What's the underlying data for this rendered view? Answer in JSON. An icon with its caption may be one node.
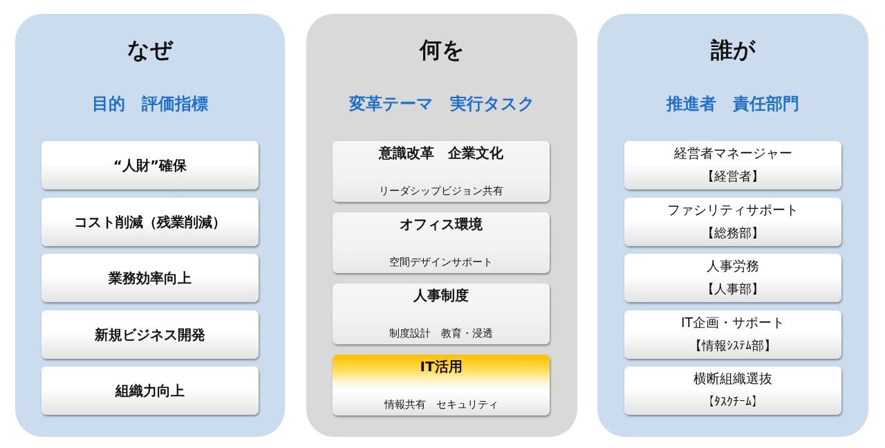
{
  "diagram": {
    "nodes": [
      {
        "text": [
          "なぜ",
          "目的　評価指標"
        ]
      },
      {
        "text": [
          "“人財”確保"
        ],
        "in": 0
      },
      {
        "text": [
          "コスト削減（残業削減）"
        ],
        "in": 0
      },
      {
        "text": [
          "業務効率向上"
        ],
        "in": 0
      },
      {
        "text": [
          "新規ビジネス開発"
        ],
        "in": 0
      },
      {
        "text": [
          "組織力向上"
        ],
        "in": 0
      },
      {
        "text": [
          "何を",
          "変革テーマ　実行タスク"
        ]
      },
      {
        "text": [
          "意識改革　企業文化",
          "リーダシップビジョン共有"
        ],
        "in": 6
      },
      {
        "text": [
          "オフィス環境",
          "空間デザインサポート"
        ],
        "in": 6
      },
      {
        "text": [
          "人事制度",
          "制度設計　教育・浸透"
        ],
        "in": 6
      },
      {
        "text": [
          "IT活用",
          "情報共有　セキュリティ"
        ],
        "in": 6
      },
      {
        "text": [
          "誰が",
          "推進者　責任部門"
        ]
      },
      {
        "text": [
          "経営者マネージャー",
          "【経営者】"
        ],
        "in": 11
      },
      {
        "text": [
          "ファシリティサポート",
          "【総務部】"
        ],
        "in": 11
      },
      {
        "text": [
          "人事労務",
          "【人事部】"
        ],
        "in": 11
      },
      {
        "text": [
          "IT企画・サポート",
          "【情報ｼｽﾃﾑ部】"
        ],
        "in": 11
      },
      {
        "text": [
          "横断組織選抜",
          "【ﾀｽｸﾁｰﾑ】"
        ],
        "in": 11
      }
    ]
  }
}
